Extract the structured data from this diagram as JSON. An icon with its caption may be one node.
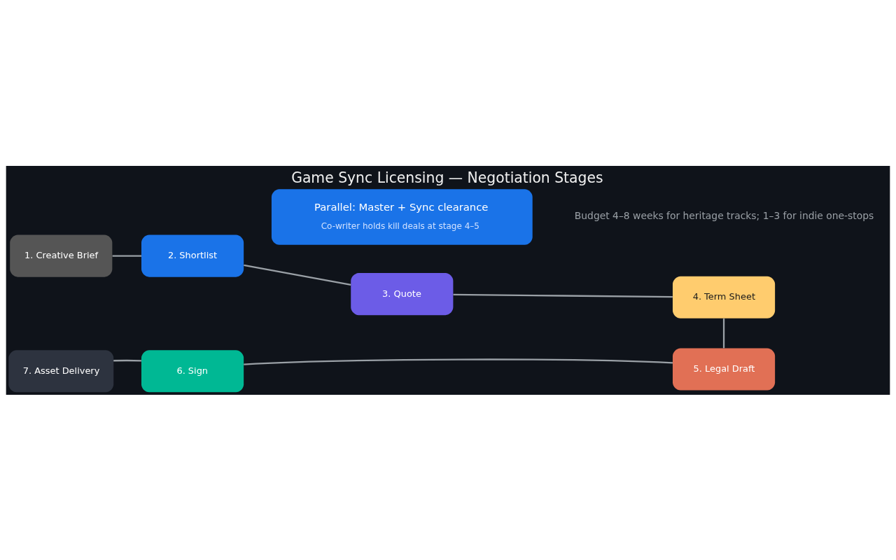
{
  "diagram": {
    "title": "Game Sync Licensing — Negotiation Stages",
    "caption": "Budget 4–8 weeks for heritage tracks; 1–3 for indie one-stops",
    "nodes": [
      {
        "text": [
          "1. Creative Brief"
        ]
      },
      {
        "text": [
          "2. Shortlist"
        ]
      },
      {
        "text": [
          "3. Quote"
        ]
      },
      {
        "text": [
          "4. Term Sheet"
        ]
      },
      {
        "text": [
          "5. Legal Draft"
        ]
      },
      {
        "text": [
          "6. Sign"
        ]
      },
      {
        "text": [
          "7. Asset Delivery"
        ]
      },
      {
        "text": [
          "Parallel: Master + Sync clearance",
          "Co-writer holds kill deals at stage 4–5"
        ]
      }
    ],
    "edges": [
      {
        "from": 0,
        "to": 1,
        "arrow": "none"
      },
      {
        "from": 1,
        "to": 2,
        "arrow": "none"
      },
      {
        "from": 2,
        "to": 3,
        "arrow": "none"
      },
      {
        "from": 3,
        "to": 4,
        "arrow": "none"
      },
      {
        "from": 4,
        "to": 5,
        "arrow": "none"
      },
      {
        "from": 5,
        "to": 6,
        "arrow": "none"
      }
    ]
  }
}
